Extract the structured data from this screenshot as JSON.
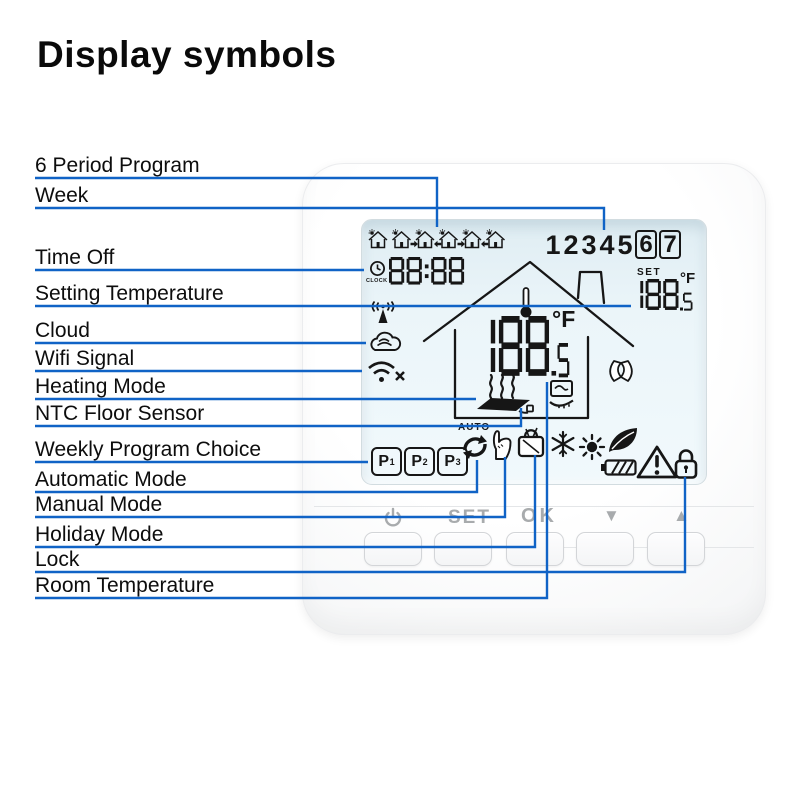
{
  "title": "Display symbols",
  "labels": [
    {
      "text": "6 Period Program",
      "target": "period-program-icons"
    },
    {
      "text": "Week",
      "target": "week-digits"
    },
    {
      "text": "Time Off",
      "target": "clock-icon"
    },
    {
      "text": "Setting Temperature",
      "target": "set-temp-display"
    },
    {
      "text": "Cloud",
      "target": "cloud-icon"
    },
    {
      "text": "Wifi Signal",
      "target": "wifi-icon"
    },
    {
      "text": "Heating Mode",
      "target": "heating-icon"
    },
    {
      "text": "NTC Floor Sensor",
      "target": "floor-sensor-probe"
    },
    {
      "text": "Weekly Program Choice",
      "target": "program-p-boxes"
    },
    {
      "text": "Automatic Mode",
      "target": "auto-mode-icon"
    },
    {
      "text": "Manual Mode",
      "target": "manual-hand-icon"
    },
    {
      "text": "Holiday Mode",
      "target": "holiday-bag-icon"
    },
    {
      "text": "Lock",
      "target": "lock-icon"
    },
    {
      "text": "Room Temperature",
      "target": "room-temp-display"
    }
  ],
  "lcd": {
    "week_days": [
      "1",
      "2",
      "3",
      "4",
      "5",
      "6",
      "7"
    ],
    "week_boxed_days": [
      "6",
      "7"
    ],
    "time": "88:88",
    "clock_label": "CLOCK",
    "set_label": "SET",
    "set_temp": "188.5",
    "set_temp_unit": "°F",
    "room_temp": "188.5",
    "room_temp_unit": "°F",
    "auto_label": "AUTO",
    "programs": [
      {
        "letter": "P",
        "num": "1"
      },
      {
        "letter": "P",
        "num": "2"
      },
      {
        "letter": "P",
        "num": "3"
      }
    ],
    "icon_names": [
      "six-period-program",
      "week-digits",
      "clock",
      "rf-antenna",
      "cloud",
      "wifi-off",
      "house-outline",
      "thermometer",
      "heating",
      "ntc-floor-sensor",
      "sensor-hand",
      "open-window",
      "auto-refresh",
      "manual-hand",
      "holiday-bag",
      "snowflake",
      "sun",
      "eco-leaf",
      "battery",
      "warning-triangle",
      "lock"
    ]
  },
  "buttons": [
    {
      "name": "power",
      "label": "⏻"
    },
    {
      "name": "set",
      "label": "SET"
    },
    {
      "name": "ok",
      "label": "OK"
    },
    {
      "name": "down",
      "label": "▼"
    },
    {
      "name": "up",
      "label": "▲"
    }
  ],
  "colors": {
    "connector_blue": "#1063c6",
    "display_ink": "#161616",
    "lcd_background": "#ebf5f9",
    "button_label_gray": "#a8abad"
  }
}
